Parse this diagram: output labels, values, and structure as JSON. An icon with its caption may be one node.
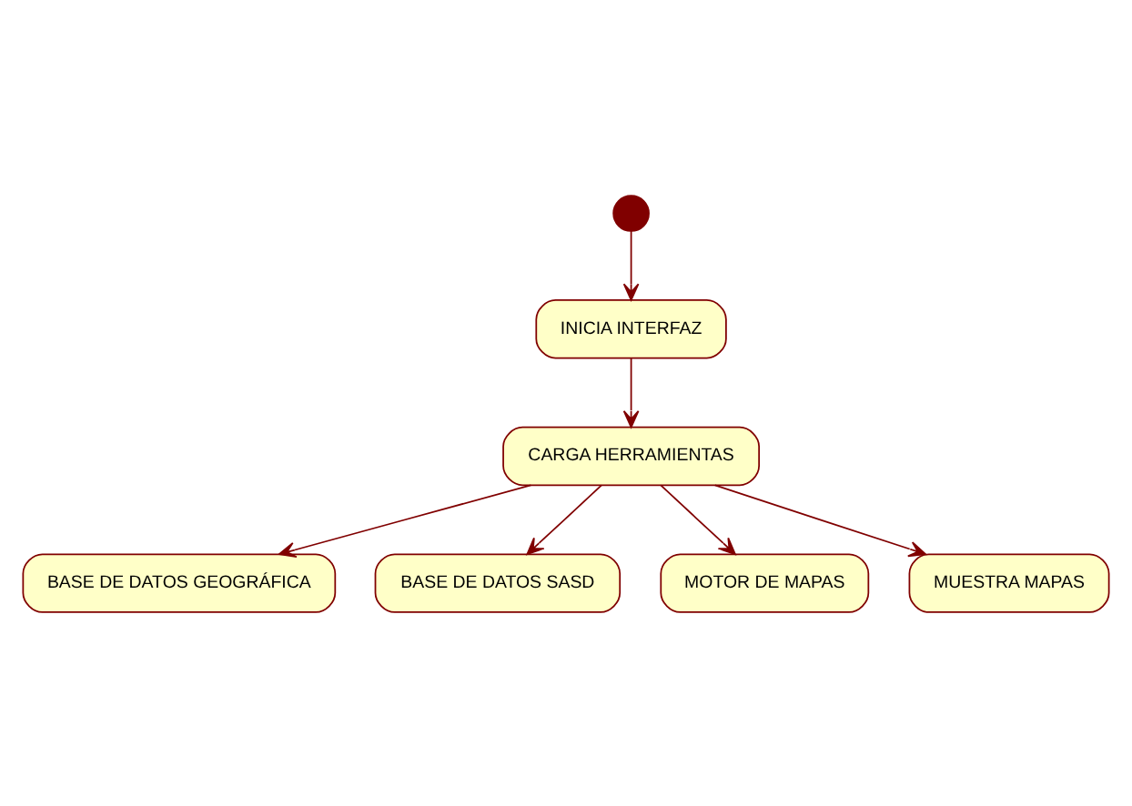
{
  "diagram": {
    "nodes": [
      {
        "text": [],
        "shape": "circle"
      },
      {
        "text": [
          "INICIA INTERFAZ"
        ]
      },
      {
        "text": [
          "CARGA HERRAMIENTAS"
        ]
      },
      {
        "text": [
          "BASE DE DATOS GEOGRÁFICA"
        ]
      },
      {
        "text": [
          "BASE DE DATOS SASD"
        ]
      },
      {
        "text": [
          "MOTOR DE MAPAS"
        ]
      },
      {
        "text": [
          "MUESTRA MAPAS"
        ]
      }
    ],
    "edges": [
      {
        "from": 0,
        "to": 1,
        "arrow": "to"
      },
      {
        "from": 1,
        "to": 2,
        "arrow": "to"
      },
      {
        "from": 2,
        "to": 3,
        "arrow": "to"
      },
      {
        "from": 2,
        "to": 4,
        "arrow": "to"
      },
      {
        "from": 2,
        "to": 5,
        "arrow": "to"
      },
      {
        "from": 2,
        "to": 6,
        "arrow": "to"
      }
    ]
  }
}
